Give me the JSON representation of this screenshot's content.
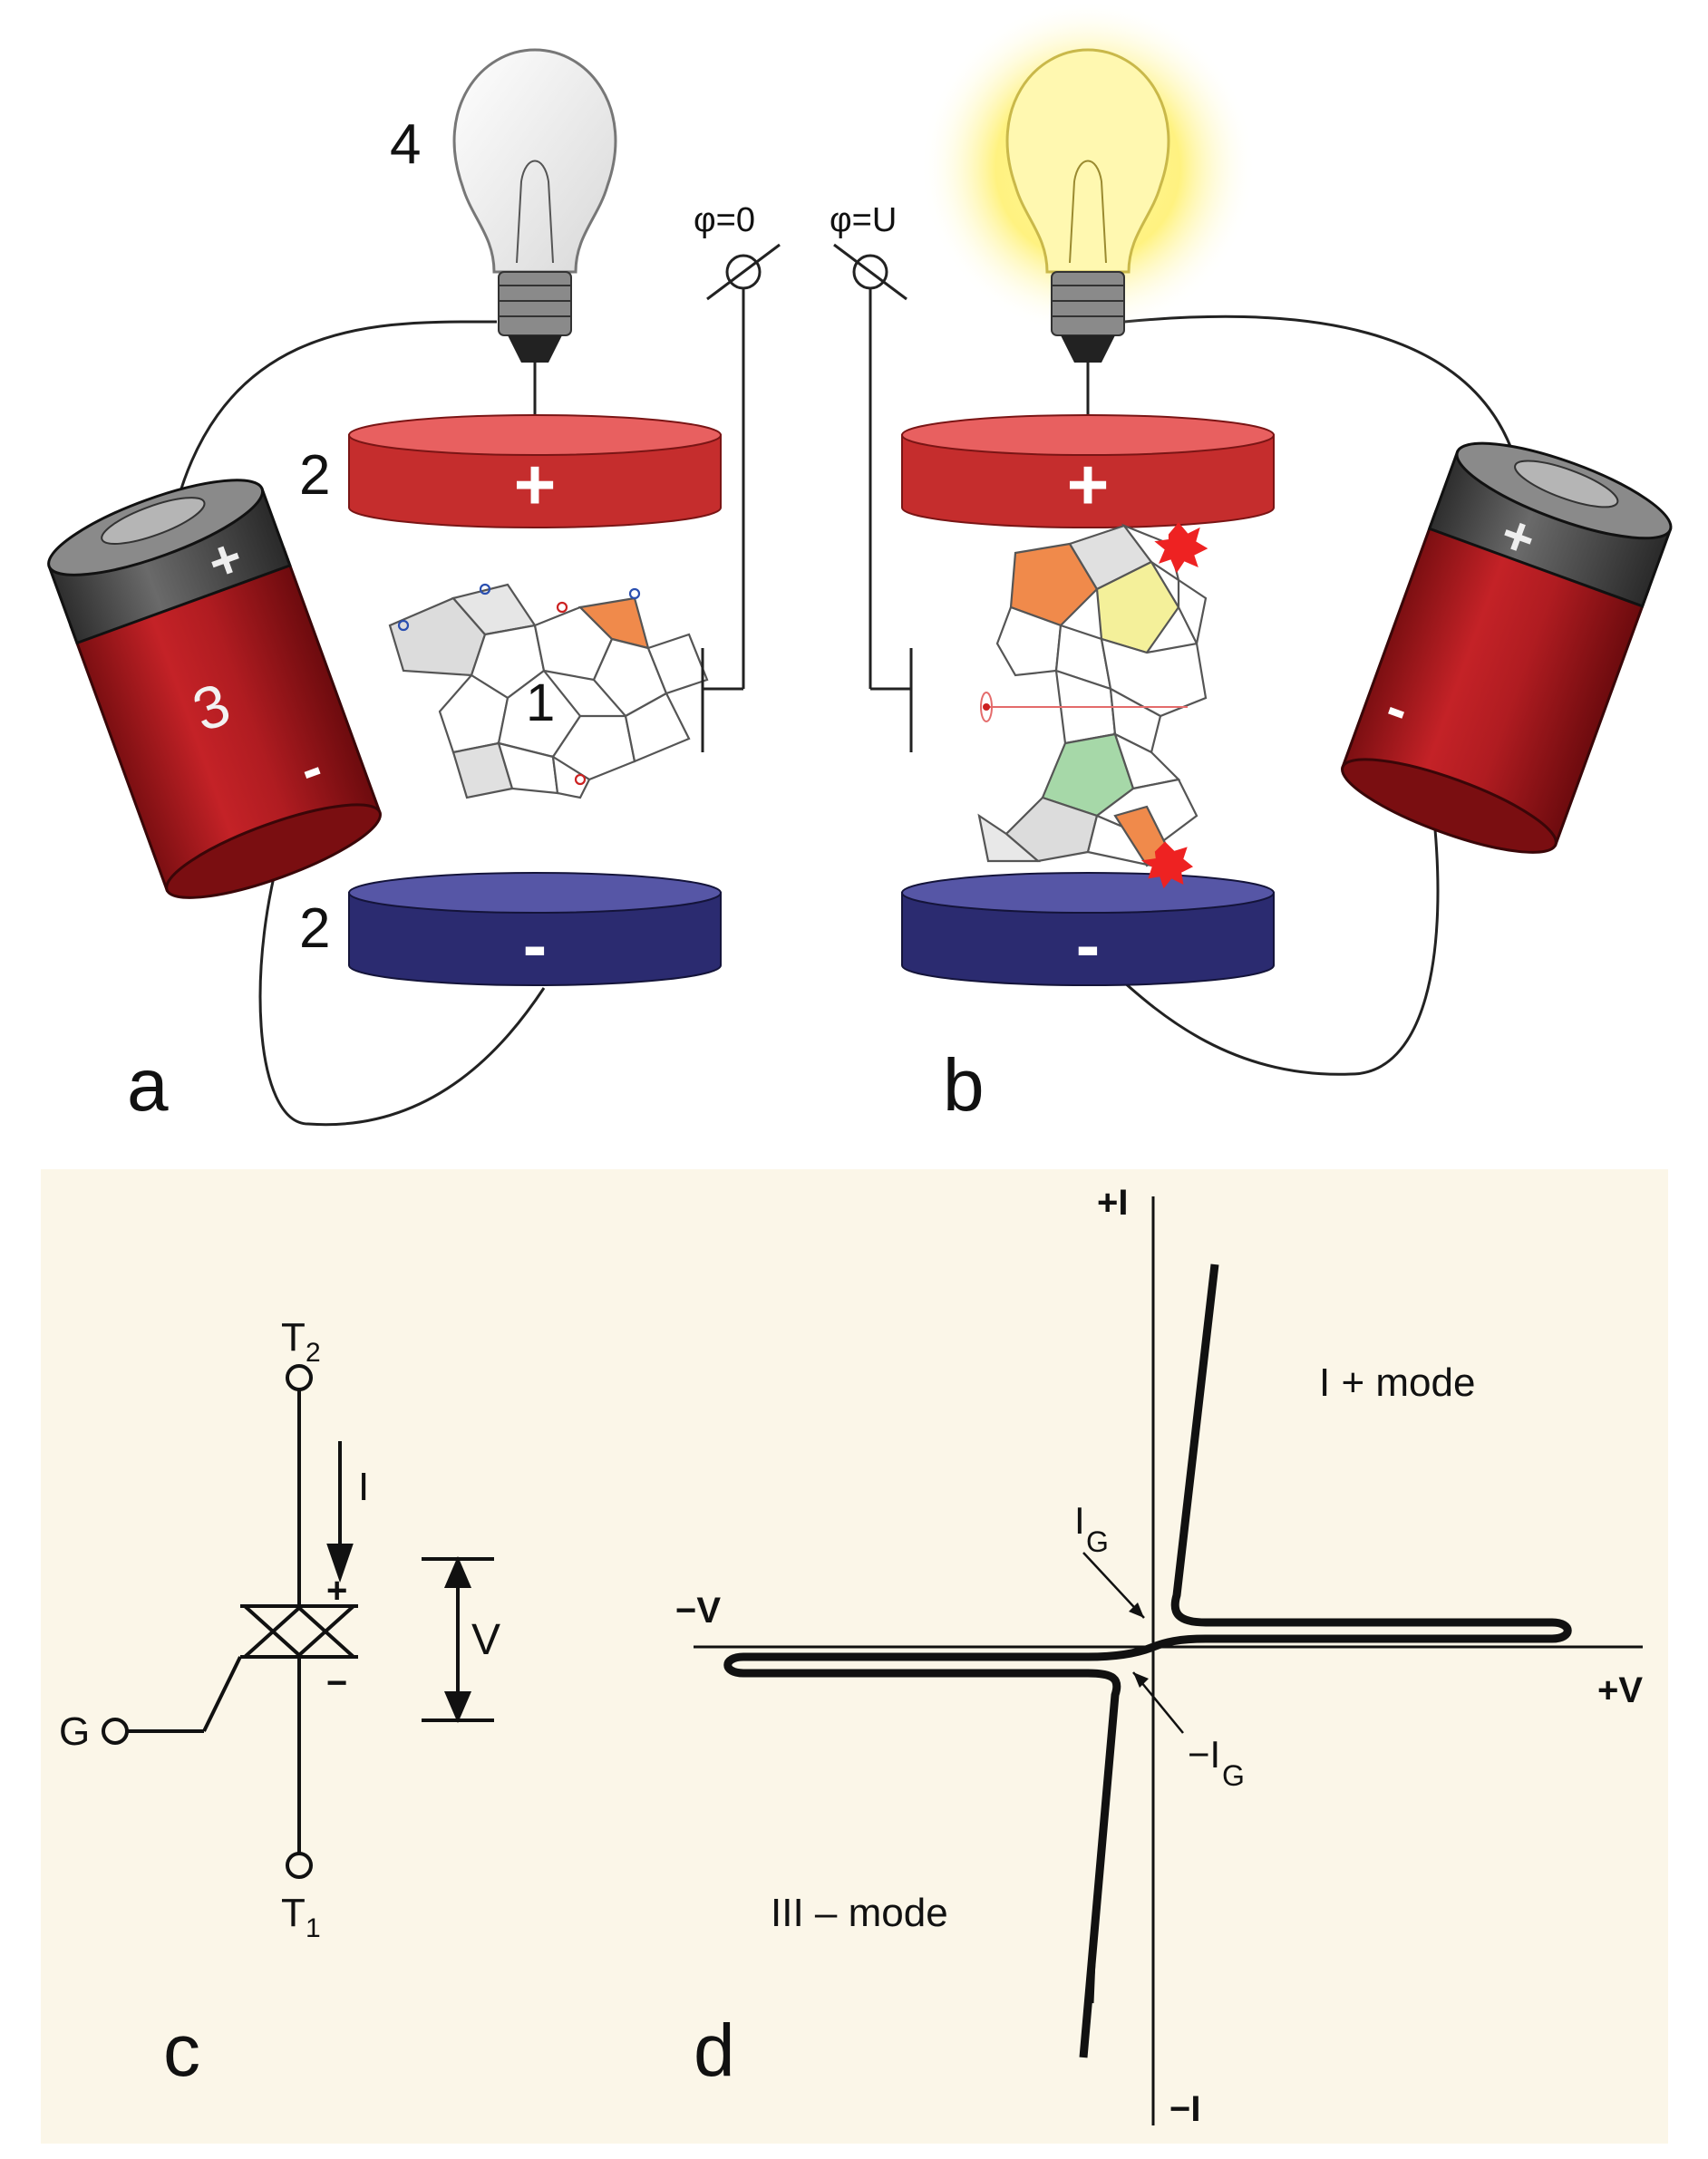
{
  "top": {
    "label_a": "a",
    "label_b": "b",
    "bulb_label": "4",
    "electrode_label_top": "2",
    "electrode_label_bottom": "2",
    "battery_label": "3",
    "molecule_label": "1",
    "plus_sign": "+",
    "minus_sign": "-",
    "gate_left_label": "φ=0",
    "gate_right_label": "φ=U",
    "colors": {
      "electrode_positive": "#d63a3a",
      "electrode_negative": "#2f2f78",
      "battery_body": "#b51f24",
      "battery_cap": "#555555",
      "glow": "#fff06a",
      "hex_orange": "#f08a4b",
      "hex_green": "#a6d8a8",
      "hex_yellow": "#f4f09a"
    }
  },
  "bottom": {
    "label_c": "c",
    "label_d": "d",
    "background_color": "#fbf6e8",
    "triac": {
      "t2": "T",
      "t2_sub": "2",
      "t1": "T",
      "t1_sub": "1",
      "gate": "G",
      "current": "I",
      "voltage": "V",
      "plus": "+",
      "minus": "−"
    },
    "iv": {
      "plus_i": "+I",
      "minus_i": "−I",
      "plus_v": "+V",
      "minus_v": "−V",
      "mode_1": "I + mode",
      "mode_3": "III – mode",
      "ig": "I",
      "ig_sub": "G",
      "neg_ig": "−I",
      "neg_ig_sub": "G"
    }
  }
}
